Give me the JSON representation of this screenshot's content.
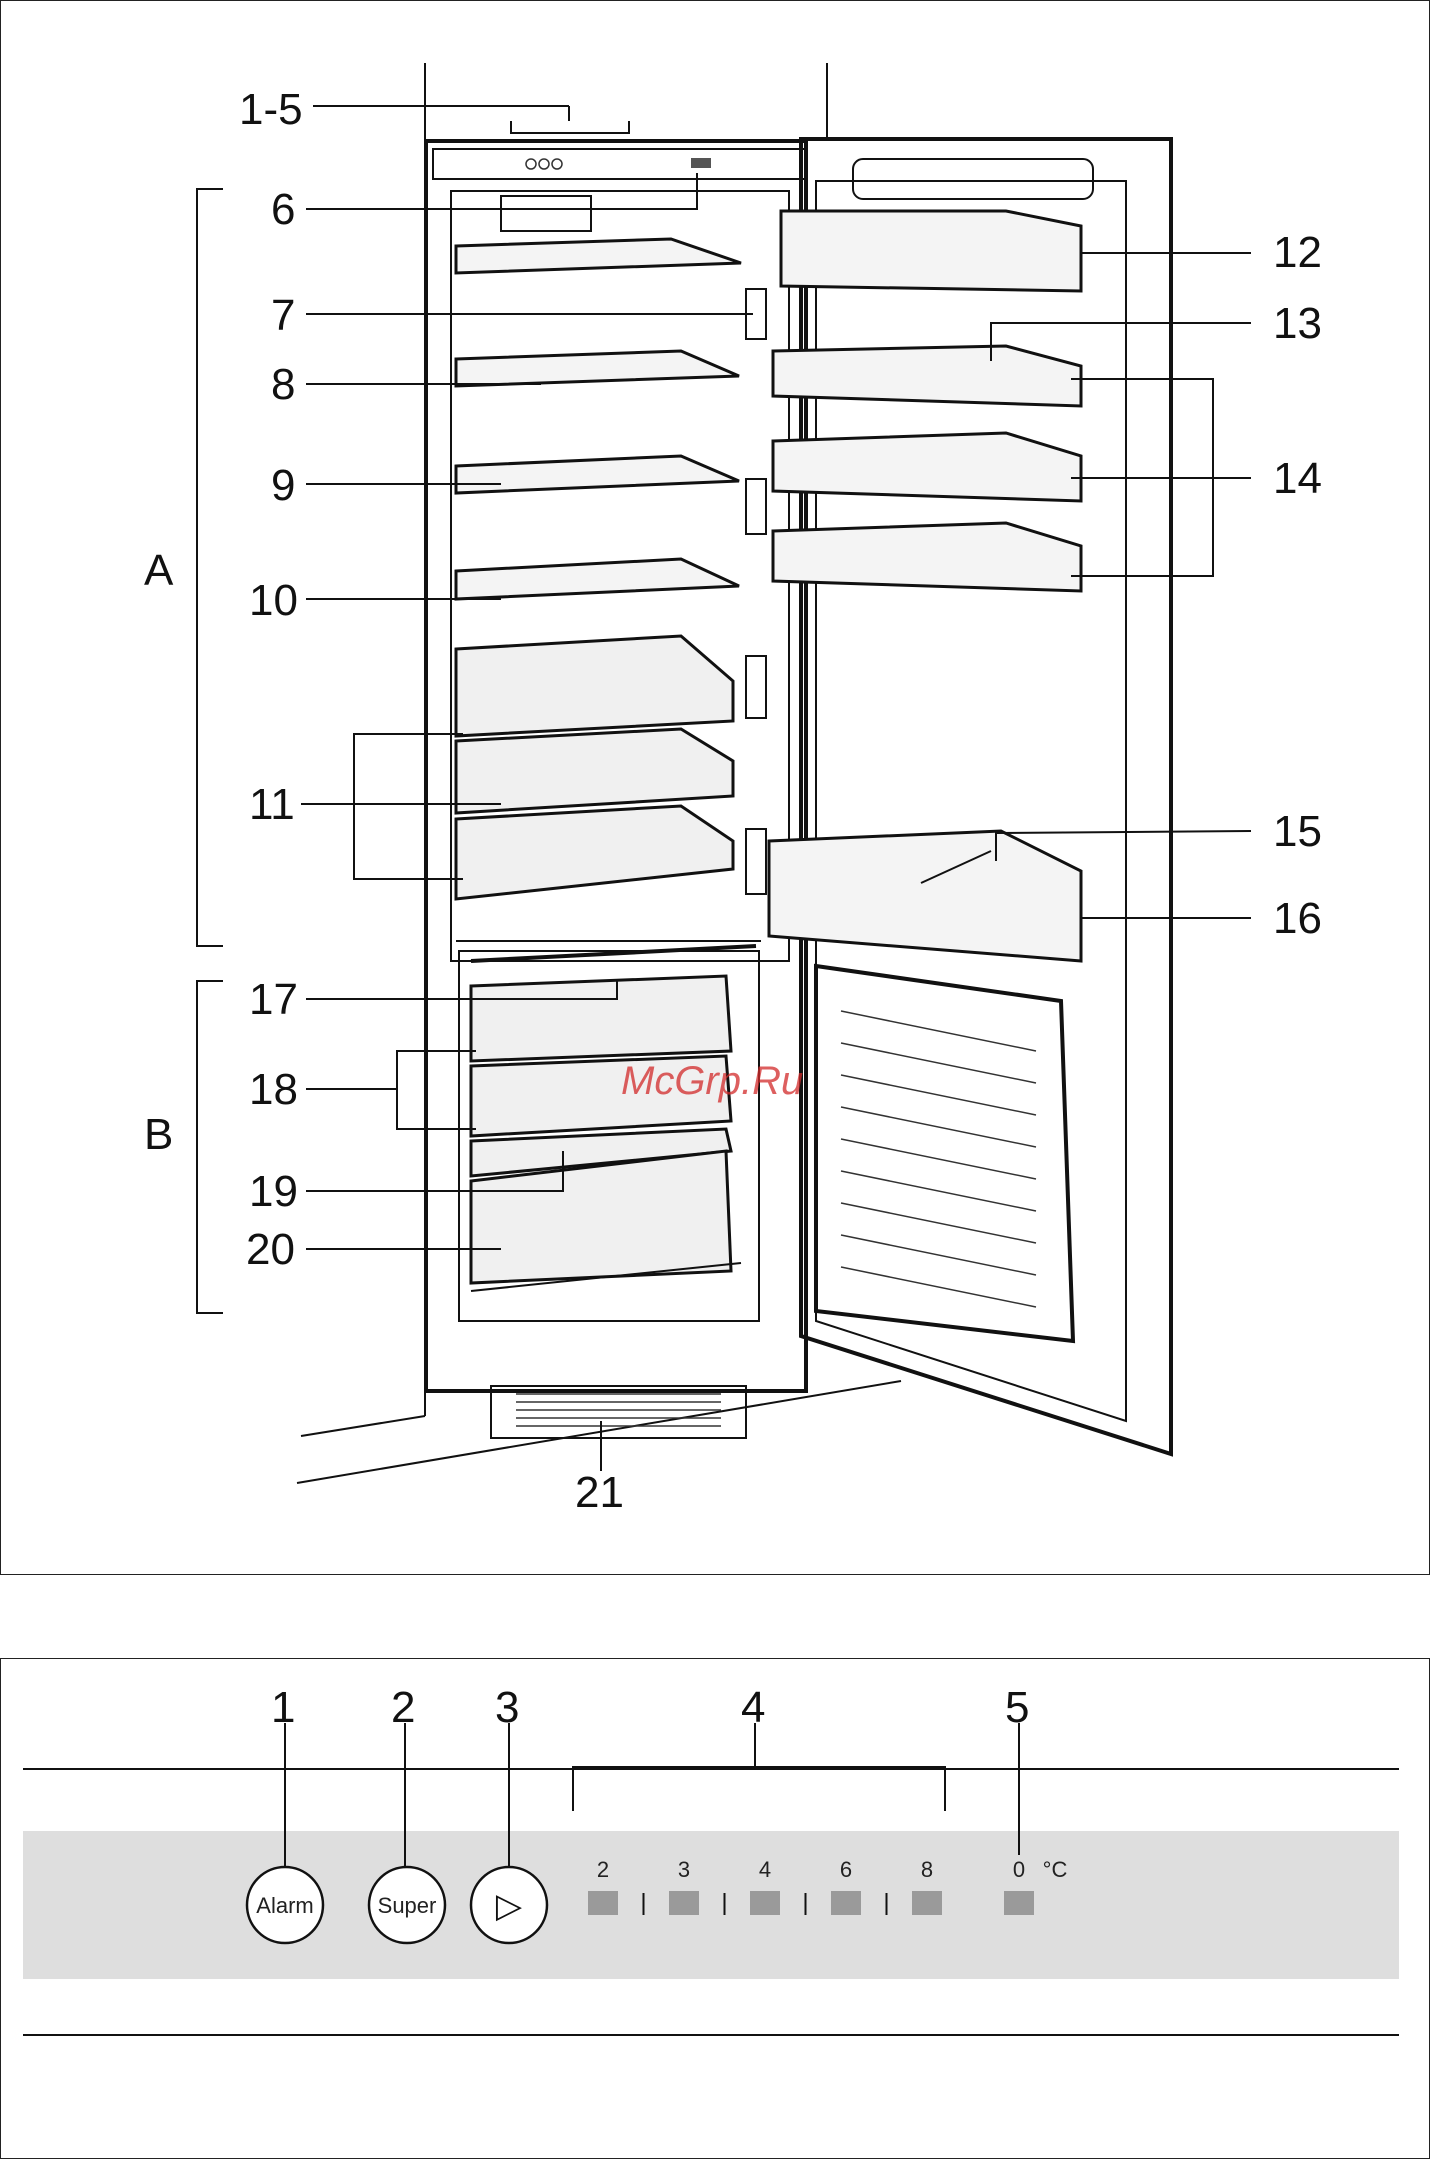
{
  "fridge_diagram": {
    "callouts": {
      "c1_5": "1-5",
      "c6": "6",
      "c7": "7",
      "c8": "8",
      "c9": "9",
      "c10": "10",
      "c11": "11",
      "c12": "12",
      "c13": "13",
      "c14": "14",
      "c15": "15",
      "c16": "16",
      "c17": "17",
      "c18": "18",
      "c19": "19",
      "c20": "20",
      "c21": "21"
    },
    "zones": {
      "a": "A",
      "b": "B"
    },
    "watermark": "McGrp.Ru"
  },
  "control_panel": {
    "callouts": {
      "c1": "1",
      "c2": "2",
      "c3": "3",
      "c4": "4",
      "c5": "5"
    },
    "buttons": {
      "alarm": "Alarm",
      "super": "Super",
      "play": "▷"
    },
    "temperatures": [
      "2",
      "3",
      "4",
      "6",
      "8"
    ],
    "zero": "0",
    "unit": "°C",
    "colors": {
      "strip": "#dedede",
      "indicator": "#9a9a9a"
    }
  }
}
